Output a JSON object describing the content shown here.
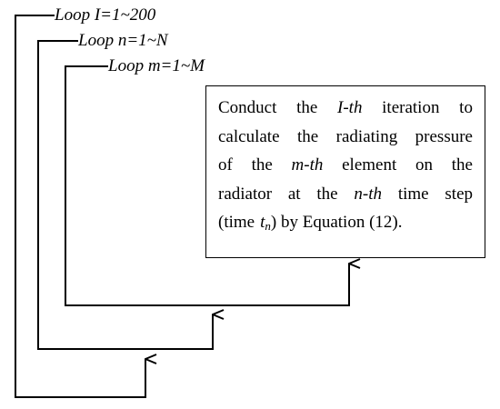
{
  "loops": [
    {
      "id": "outer",
      "label": "Loop I=1~200"
    },
    {
      "id": "middle",
      "label": "Loop n=1~N"
    },
    {
      "id": "inner",
      "label": "Loop m=1~M"
    }
  ],
  "process_box": {
    "lines": [
      [
        {
          "text": "Conduct",
          "italic": false
        },
        {
          "text": "the",
          "italic": false
        },
        {
          "text": "I-th",
          "italic": true
        },
        {
          "text": "iteration",
          "italic": false
        },
        {
          "text": "to",
          "italic": false
        }
      ],
      [
        {
          "text": "calculate",
          "italic": false
        },
        {
          "text": "the",
          "italic": false
        },
        {
          "text": "radiating",
          "italic": false
        },
        {
          "text": "pressure",
          "italic": false
        }
      ],
      [
        {
          "text": "of",
          "italic": false
        },
        {
          "text": "the",
          "italic": false
        },
        {
          "text": "m-th",
          "italic": true
        },
        {
          "text": "element",
          "italic": false
        },
        {
          "text": "on",
          "italic": false
        },
        {
          "text": "the",
          "italic": false
        }
      ],
      [
        {
          "text": "radiator",
          "italic": false
        },
        {
          "text": "at",
          "italic": false
        },
        {
          "text": "the",
          "italic": false
        },
        {
          "text": "n-th",
          "italic": true
        },
        {
          "text": "time",
          "italic": false
        },
        {
          "text": "step",
          "italic": false
        }
      ]
    ],
    "last_line": {
      "pre": "(time",
      "var": "t",
      "sub": "n",
      "post": ") by Equation (12)."
    }
  }
}
